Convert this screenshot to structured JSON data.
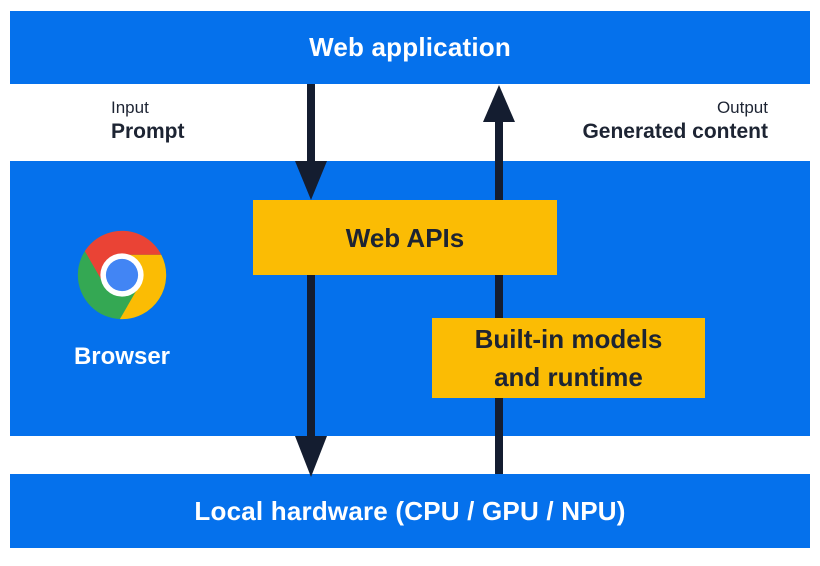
{
  "diagram": {
    "top_bar": {
      "label": "Web application"
    },
    "io_band": {
      "input_caption": "Input",
      "input_value": "Prompt",
      "output_caption": "Output",
      "output_value": "Generated content"
    },
    "browser_panel": {
      "browser_label": "Browser",
      "web_apis_label": "Web APIs",
      "builtin_models_line1": "Built-in models",
      "builtin_models_line2": "and runtime",
      "chrome_icon": "chrome-logo"
    },
    "bottom_bar": {
      "label": "Local hardware (CPU / GPU / NPU)"
    },
    "arrows": {
      "down_arrow_meaning": "Prompt flows from web application through Web APIs to local hardware",
      "up_arrow_meaning": "Generated content flows from local hardware through built-in models and runtime to web application"
    },
    "colors": {
      "blue": "#0571ec",
      "yellow": "#fbbc04",
      "arrow_navy": "#141d30",
      "text_dark": "#1d2433",
      "text_light": "#ffffff",
      "chrome_red": "#ea4335",
      "chrome_yellow": "#fbbc04",
      "chrome_green": "#34a853",
      "chrome_blue": "#4285f4"
    }
  }
}
